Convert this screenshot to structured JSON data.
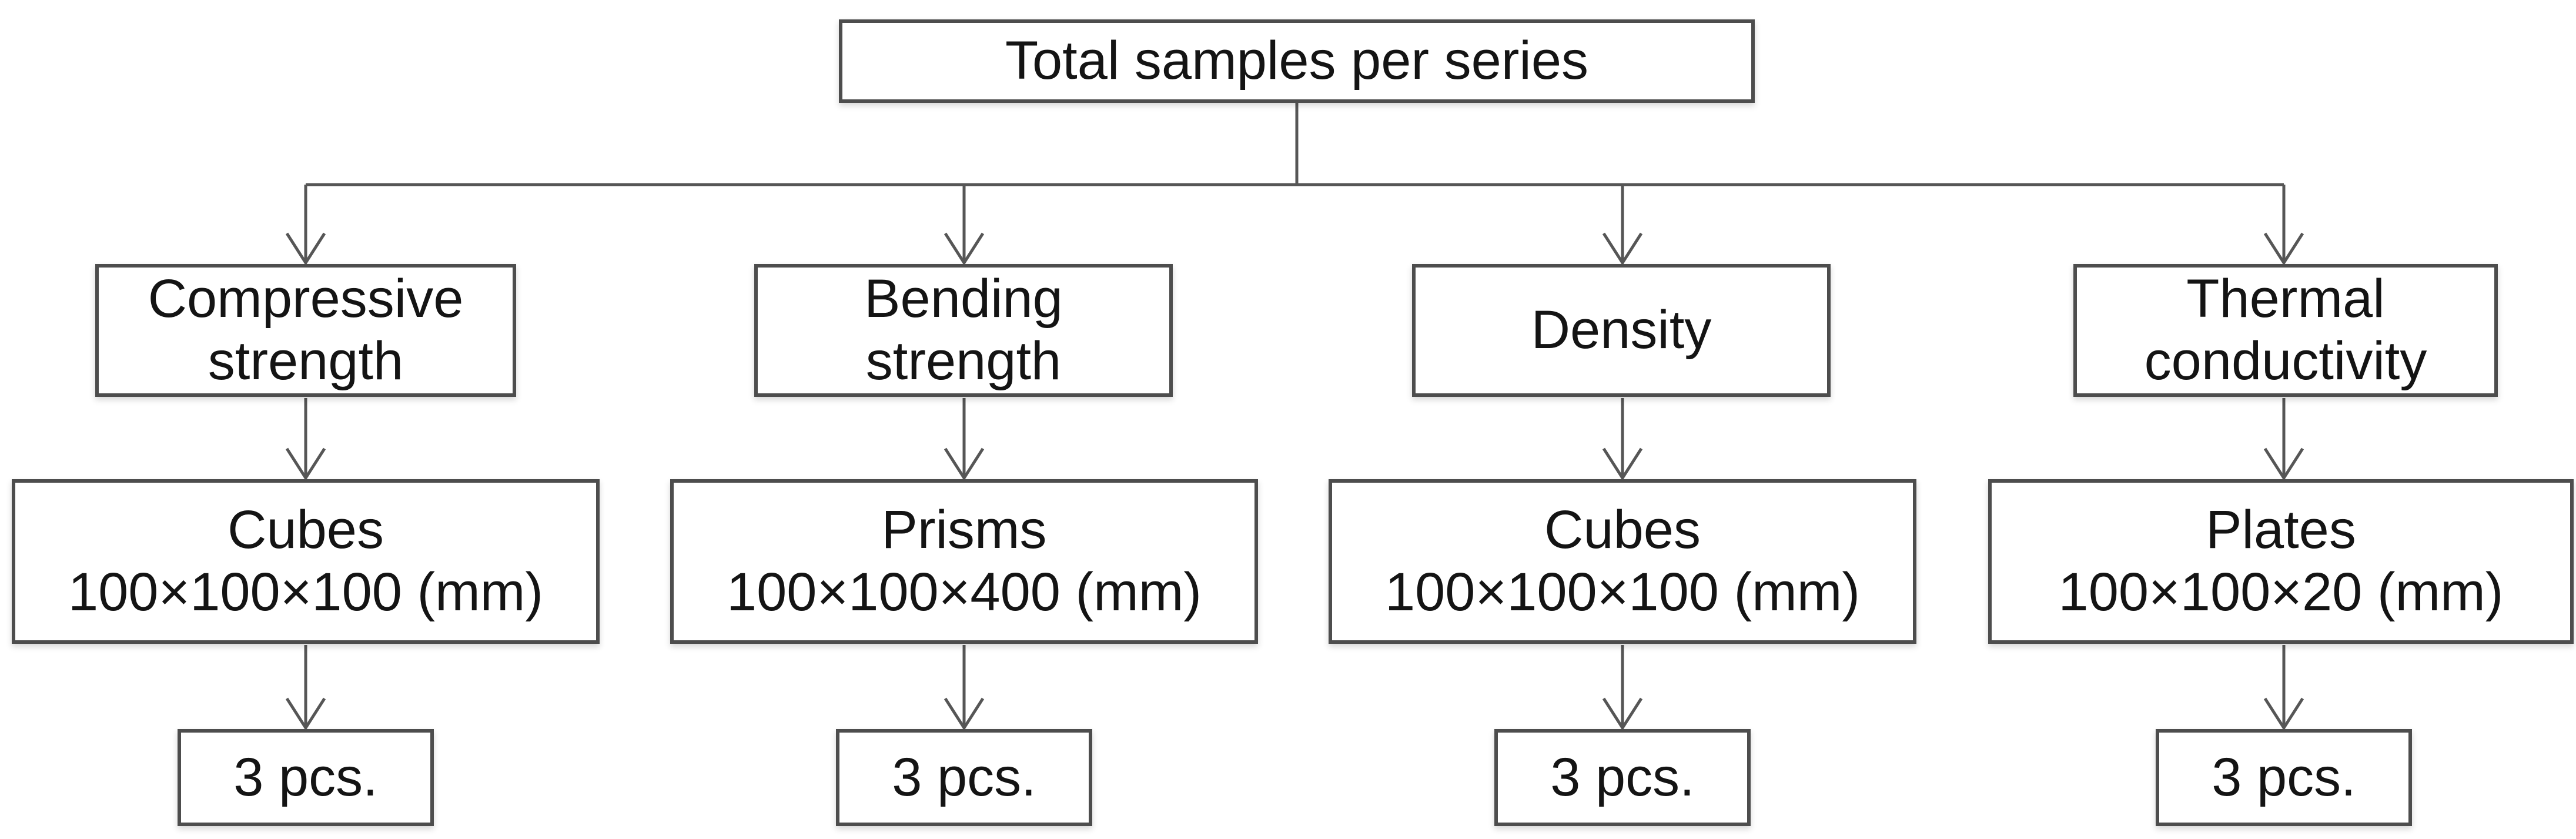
{
  "diagram": {
    "root_label": "Total samples per series",
    "columns": [
      {
        "test_lines": [
          "Compressive",
          "strength"
        ],
        "specimen_lines": [
          "Cubes",
          "100×100×100 (mm)"
        ],
        "count_label": "3 pcs."
      },
      {
        "test_lines": [
          "Bending",
          "strength"
        ],
        "specimen_lines": [
          "Prisms",
          "100×100×400 (mm)"
        ],
        "count_label": "3 pcs."
      },
      {
        "test_lines": [
          "Density",
          ""
        ],
        "specimen_lines": [
          "Cubes",
          "100×100×100 (mm)"
        ],
        "count_label": "3 pcs."
      },
      {
        "test_lines": [
          "Thermal",
          "conductivity"
        ],
        "specimen_lines": [
          "Plates",
          "100×100×20 (mm)"
        ],
        "count_label": "3 pcs."
      }
    ],
    "colors": {
      "background": "#ffffff",
      "box_border": "#4d4d4d",
      "connector_line": "#565656",
      "text": "#141414"
    }
  }
}
